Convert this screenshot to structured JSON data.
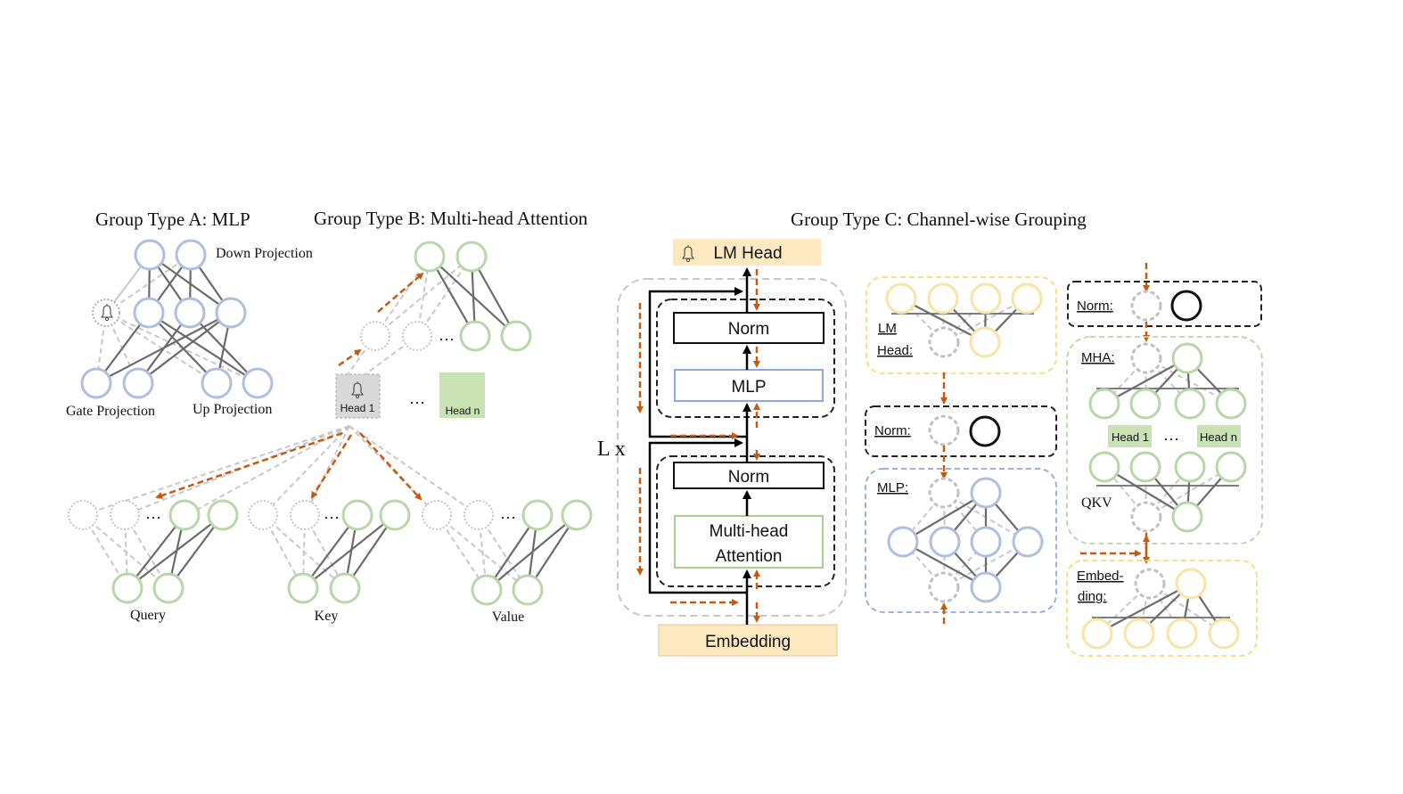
{
  "colors": {
    "blue": "#aebfdf",
    "green": "#b6d7a8",
    "yellow": "#fbe3a5",
    "gray_dash": "#c8c8c8",
    "dark_line": "#6b6b6b",
    "orange_arrow": "#c55a11",
    "block_fill": "#f9e6be",
    "head_fill": "#c9e2b3",
    "head1_fill": "#d9d9d9"
  },
  "icons": {
    "bell": "bell-icon"
  },
  "panel_a": {
    "title": "Group Type A:  MLP",
    "down_label": "Down Projection",
    "gate_label": "Gate Projection",
    "up_label": "Up Projection"
  },
  "panel_b": {
    "title": "Group Type B: Multi-head Attention",
    "head1": "Head 1",
    "headn": "Head n",
    "ellipsis": "…",
    "query": "Query",
    "key": "Key",
    "value": "Value"
  },
  "transformer": {
    "lm_head": "LM Head",
    "norm_top": "Norm",
    "mlp": "MLP",
    "norm_bottom": "Norm",
    "mha_line1": "Multi-head",
    "mha_line2": "Attention",
    "embedding": "Embedding",
    "repeat": "L x"
  },
  "panel_c": {
    "title": "Group Type C: Channel-wise Grouping",
    "lm_head_line1": "LM",
    "lm_head_line2": "Head:",
    "norm_label": "Norm:",
    "mlp_label": "MLP:",
    "norm_label_right": "Norm:",
    "mha_label": "MHA:",
    "head1": "Head 1",
    "headn": "Head n",
    "ellipsis": "…",
    "qkv": "QKV",
    "embed_line1": "Embed-",
    "embed_line2": "ding:"
  }
}
